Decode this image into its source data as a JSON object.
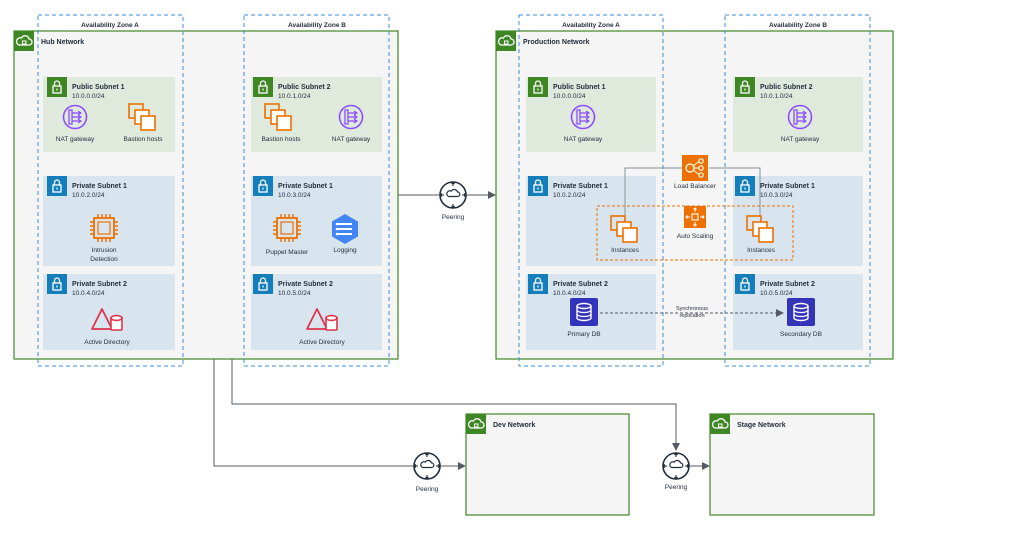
{
  "hub": {
    "title": "Hub Network",
    "az_a": "Availability Zone A",
    "az_b": "Availability Zone B",
    "pub1": {
      "name": "Public Subnet 1",
      "cidr": "10.0.0.0/24",
      "nat": "NAT gateway",
      "bastion": "Bastion hosts"
    },
    "pub2": {
      "name": "Public Subnet 2",
      "cidr": "10.0.1.0/24",
      "bastion": "Bastion hosts",
      "nat": "NAT gateway"
    },
    "priv1a": {
      "name": "Private Subnet 1",
      "cidr": "10.0.2.0/24",
      "ids_line1": "Intrusion",
      "ids_line2": "Detection"
    },
    "priv1b": {
      "name": "Private Subnet 1",
      "cidr": "10.0.3.0/24",
      "puppet": "Puppet Master",
      "logging": "Logging"
    },
    "priv2a": {
      "name": "Private Subnet 2",
      "cidr": "10.0.4.0/24",
      "ad": "Active Directory"
    },
    "priv2b": {
      "name": "Private Subnet 2",
      "cidr": "10.0.5.0/24",
      "ad": "Active Directory"
    }
  },
  "prod": {
    "title": "Production Network",
    "az_a": "Availability Zone A",
    "az_b": "Availability Zone B",
    "pub1": {
      "name": "Public Subnet 1",
      "cidr": "10.0.0.0/24",
      "nat": "NAT gateway"
    },
    "pub2": {
      "name": "Public Subnet 2",
      "cidr": "10.0.1.0/24",
      "nat": "NAT gateway"
    },
    "priv1a": {
      "name": "Private Subnet 1",
      "cidr": "10.0.2.0/24",
      "instances": "Instances"
    },
    "priv1b": {
      "name": "Private Subnet 1",
      "cidr": "10.0.3.0/24",
      "instances": "Instances"
    },
    "priv2a": {
      "name": "Private Subnet 2",
      "cidr": "10.0.4.0/24",
      "db": "Primary DB"
    },
    "priv2b": {
      "name": "Private Subnet 2",
      "cidr": "10.0.5.0/24",
      "db": "Secondary DB"
    },
    "load_balancer": "Load Balancer",
    "auto_scaling": "Auto Scaling",
    "replication_line1": "Synchronous",
    "replication_line2": "replication"
  },
  "peering_label": "Peering",
  "dev": {
    "title": "Dev Network"
  },
  "stage": {
    "title": "Stage Network"
  },
  "colors": {
    "vpc_border": "#3f8624",
    "public_subnet": "#dfe9dc",
    "private_subnet": "#d9e5ee",
    "az_border": "#3b8fd9",
    "nat_purple": "#8c4fff",
    "ec2_orange": "#ed7100",
    "ad_red": "#dd344c",
    "db_blue": "#3334b9"
  }
}
